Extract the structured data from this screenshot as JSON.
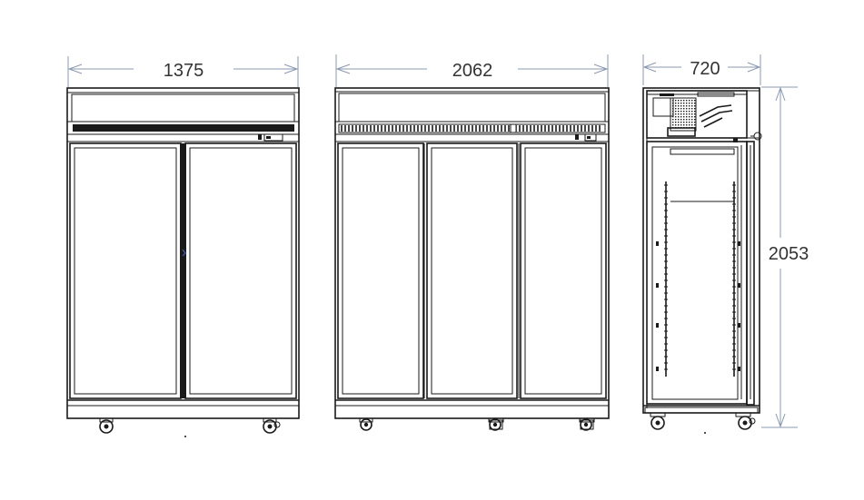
{
  "dimensions": {
    "front_two_door_width": "1375",
    "front_three_door_width": "2062",
    "side_depth": "720",
    "height": "2053"
  },
  "colors": {
    "line": "#1a1a1a",
    "dimension_line": "#8a98b0",
    "dimension_text": "#333333",
    "background": "#ffffff"
  }
}
